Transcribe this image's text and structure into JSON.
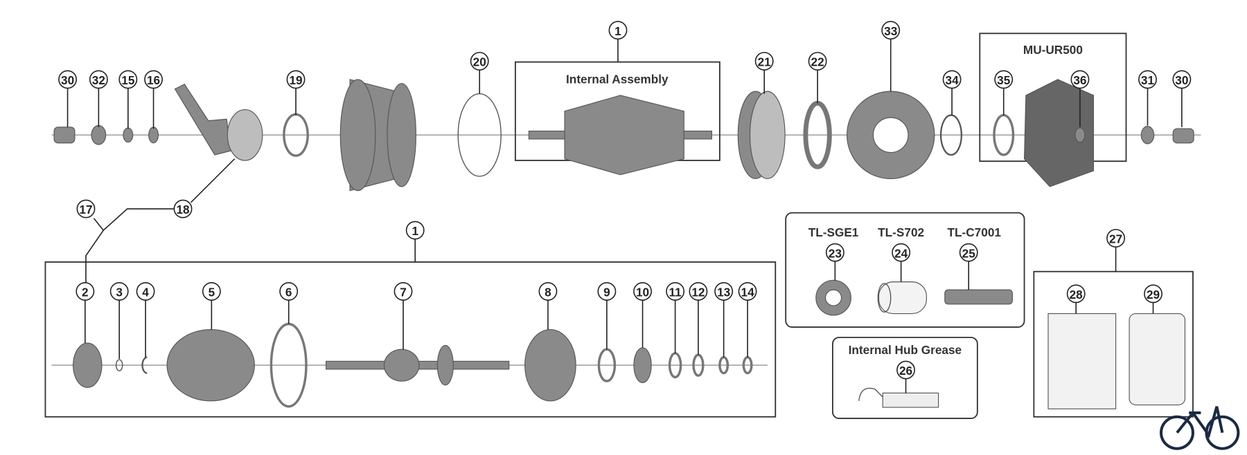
{
  "diagram": {
    "type": "exploded-parts-view",
    "groups": {
      "internal_assembly_title": "Internal Assembly",
      "mu_ur500_title": "MU-UR500",
      "tools": [
        "TL-SGE1",
        "TL-S702",
        "TL-C7001"
      ],
      "grease_title": "Internal Hub Grease"
    },
    "callouts": {
      "top": [
        "30",
        "32",
        "15",
        "16",
        "19",
        "20",
        "1",
        "21",
        "22",
        "33",
        "34",
        "35",
        "36",
        "31",
        "30"
      ],
      "links": [
        "17",
        "18"
      ],
      "assembly": "1",
      "assembly_parts": [
        "2",
        "3",
        "4",
        "5",
        "6",
        "7",
        "8",
        "9",
        "10",
        "11",
        "12",
        "13",
        "14"
      ],
      "tools": [
        "23",
        "24",
        "25"
      ],
      "grease": "26",
      "kit": "27",
      "kit_parts": [
        "28",
        "29"
      ]
    },
    "colors": {
      "logo": "#1b2a44",
      "part": "#8a8a8a",
      "line": "#222222"
    }
  }
}
